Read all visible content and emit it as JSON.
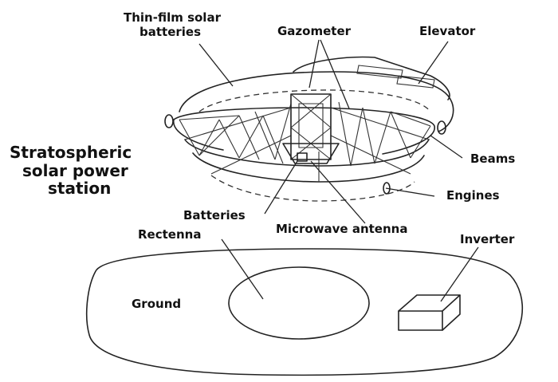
{
  "title": [
    "Stratospheric",
    "solar power",
    "station"
  ],
  "labels": {
    "thin_film": [
      "Thin-film solar",
      "batteries"
    ],
    "gazometer": "Gazometer",
    "elevator": "Elevator",
    "beams": "Beams",
    "engines": "Engines",
    "batteries": "Batteries",
    "microwave_antenna": "Microwave antenna",
    "rectenna": "Rectenna",
    "inverter": "Inverter",
    "ground": "Ground"
  }
}
